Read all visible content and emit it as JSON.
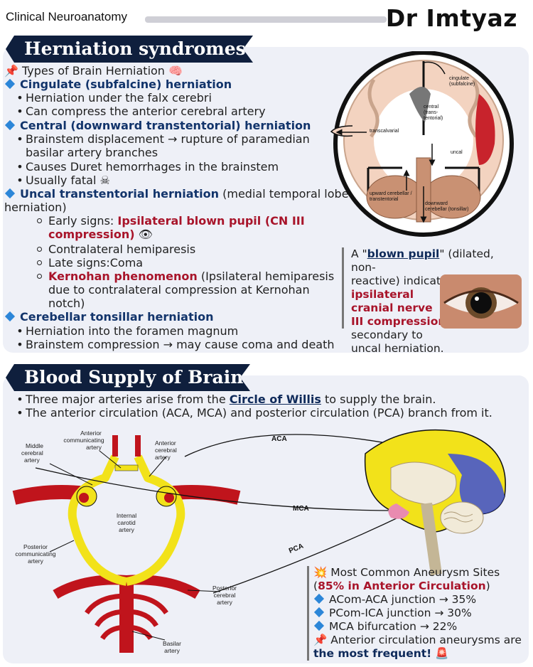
{
  "header": {
    "subject": "Clinical Neuroanatomy",
    "author": "Dr Imtyaz"
  },
  "herniation": {
    "title": "Herniation syndromes",
    "types_heading": "Types of Brain Herniation",
    "cingulate": {
      "title": "Cingulate (subfalcine) herniation",
      "points": [
        "Herniation under the falx cerebri",
        "Can compress the anterior cerebral artery"
      ]
    },
    "central": {
      "title": "Central (downward transtentorial) herniation",
      "points": [
        "Brainstem displacement → rupture of paramedian",
        "basilar artery branches",
        "Causes Duret hemorrhages in the brainstem",
        "Usually fatal"
      ]
    },
    "uncal": {
      "title": "Uncal transtentorial herniation",
      "title_rest": " (medial temporal lobe",
      "title_cont": "herniation)",
      "early_prefix": "Early signs: ",
      "early_red_1": "Ipsilateral blown pupil (CN III",
      "early_red_2": "compression)",
      "contralateral": "Contralateral hemiparesis",
      "late": "Late signs:Coma",
      "kernohan_red": "Kernohan phenomenon",
      "kernohan_rest_1": " (Ipsilateral hemiparesis",
      "kernohan_rest_2": "due to contralateral compression at Kernohan",
      "kernohan_rest_3": "notch)"
    },
    "tonsillar": {
      "title": "Cerebellar tonsillar herniation",
      "points": [
        "Herniation into the foramen magnum",
        "Brainstem compression → may cause coma and death"
      ]
    },
    "diagram_labels": {
      "cingulate": [
        "cingulate",
        "(subfalcine)"
      ],
      "central": [
        "central",
        "(trans-",
        "tentorial)"
      ],
      "transcalvarial": "transcalvarial",
      "uncal": "uncal",
      "upward": [
        "upward cerebellar /",
        "transtentorial"
      ],
      "downward": [
        "downward",
        "cerebellar (tonsillar)"
      ]
    },
    "blown_pupil": {
      "p1": "A \"",
      "link": "blown pupil",
      "p2": "\" (dilated, non-",
      "p3": "reactive) indicates ",
      "red1": "ipsilateral",
      "red2": "cranial nerve",
      "red3": "III compression",
      "p4": "secondary to",
      "p5": "uncal herniation."
    }
  },
  "blood_supply": {
    "title": "Blood Supply of Brain",
    "bullet1_a": "Three major arteries arise from the ",
    "bullet1_link": "Circle of Willis",
    "bullet1_b": " to supply the brain.",
    "bullet2": "The anterior circulation (ACA, MCA) and posterior circulation (PCA) branch from it.",
    "diagram_labels": {
      "acom": [
        "Anterior",
        "communicating",
        "artery"
      ],
      "mca_label": [
        "Middle",
        "cerebral",
        "artery"
      ],
      "aca_label": [
        "Anterior",
        "cerebral",
        "artery"
      ],
      "ica": [
        "Internal",
        "carotid",
        "artery"
      ],
      "pcom": [
        "Posterior",
        "communicating",
        "artery"
      ],
      "pca_label": [
        "Posterior",
        "cerebral",
        "artery"
      ],
      "basilar": [
        "Basilar",
        "artery"
      ],
      "aca": "ACA",
      "mca": "MCA",
      "pca": "PCA"
    },
    "aneurysm": {
      "heading": "Most Common Aneurysm Sites",
      "pct_open": "(",
      "pct_red": "85% in Anterior Circulation",
      "pct_close": ")",
      "items": [
        "ACom-ACA junction → 35%",
        "PCom-ICA junction → 30%",
        "MCA bifurcation → 22%"
      ],
      "note": "Anterior circulation aneurysms are",
      "note_bold": "the most frequent!"
    }
  },
  "colors": {
    "navy": "#0f1f3d",
    "heading_blue": "#12346b",
    "accent_red": "#a8142a",
    "diamond_blue": "#2c86d8",
    "artery_red": "#c0141c",
    "artery_yellow": "#f2e21a",
    "panel_bg": "#eef0f7"
  }
}
